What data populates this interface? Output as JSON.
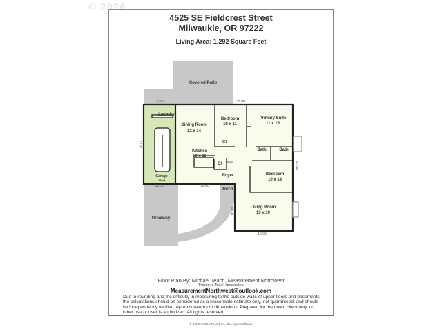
{
  "watermark": "© 2026",
  "header": {
    "address_line1": "4525 SE Fieldcrest Street",
    "address_line2": "Milwaukie, OR 97222",
    "living_area": "Living Area: 1,292 Square Feet"
  },
  "plan": {
    "rooms": {
      "covered_patio": "Covered Patio",
      "laundry": "Laundry",
      "dining_name": "Dining Room",
      "dining_size": "12 x 14",
      "bedroom1_name": "Bedroom",
      "bedroom1_size": "10 x 11",
      "primary_name": "Primary Suite",
      "primary_size": "11 x 15",
      "kitchen_name": "Kitchen",
      "kitchen_size": "10 x 12",
      "bath1": "Bath",
      "bath2": "Bath",
      "closet": "Cl",
      "furnace": "Furn",
      "foyer": "Foyer",
      "bedroom2_name": "Bedroom",
      "bedroom2_size": "10 x 14",
      "garage_name": "Garage",
      "garage_size": "286sf",
      "porch": "Porch",
      "driveway": "Driveway",
      "living_name": "Living Room",
      "living_size": "13 x 19"
    },
    "dimensions": {
      "garage_top": "11.00'",
      "house_top": "38.00'",
      "left": "26.00'",
      "right": "42.00'",
      "garage_bottom": "11.00'",
      "front": "19.00'",
      "living_side": "16.00'",
      "living_bottom": "19.00'"
    },
    "colors": {
      "garage": "#d6e8b8",
      "interior": "#fbfbec",
      "exterior": "#c8c8c8",
      "walls": "#222222"
    }
  },
  "footer": {
    "credit": "Floor Plan By: Michael Teach, Measurement Northwest",
    "formerly": "(Formerly Teach Appraising)",
    "email": "MeasurementNorthwest@outlook.com",
    "disclaimer": "Due to rounding and the difficulty in measuring to the outside walls of upper floors and basements, the calculations should be considered as a reasonable estimate only, not guaranteed, and should be independently verified. Approximate room dimensions. Prepared for the noted client only, no other use or user is authorized. All rights reserved.",
    "copyright": "© iLOOKABOUT (US) Inc. dba Apex Software"
  }
}
